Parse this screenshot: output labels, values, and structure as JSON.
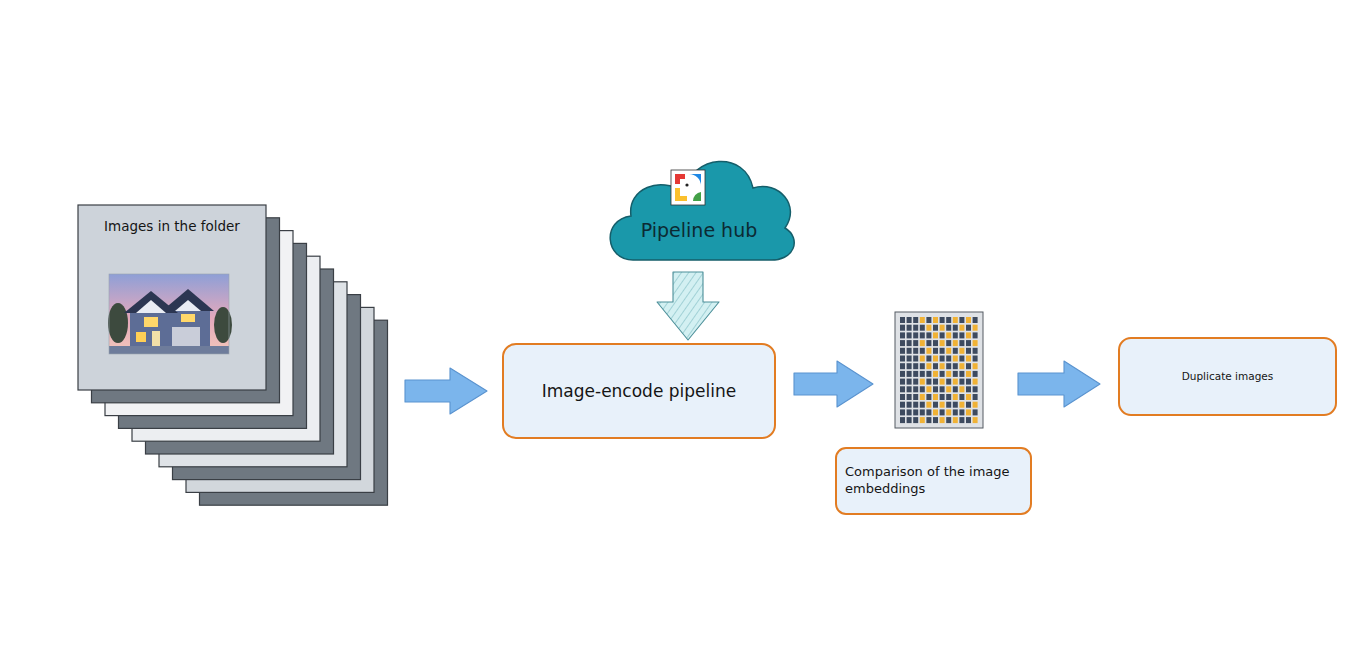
{
  "diagram": {
    "nodes": [
      {
        "text": [
          "Images in the folder"
        ]
      },
      {
        "text": [
          "Pipeline hub"
        ]
      },
      {
        "text": [
          "Image-encode pipeline"
        ]
      },
      {
        "text": [
          "Comparison of the image embeddings"
        ]
      },
      {
        "text": [
          "Duplicate images"
        ]
      }
    ],
    "edges": [
      {
        "from": 0,
        "to": 2,
        "arrow": "to"
      },
      {
        "from": 1,
        "to": 2,
        "arrow": "to"
      },
      {
        "from": 2,
        "to": 3,
        "arrow": "to"
      },
      {
        "from": 3,
        "to": 4,
        "arrow": "to"
      }
    ]
  }
}
